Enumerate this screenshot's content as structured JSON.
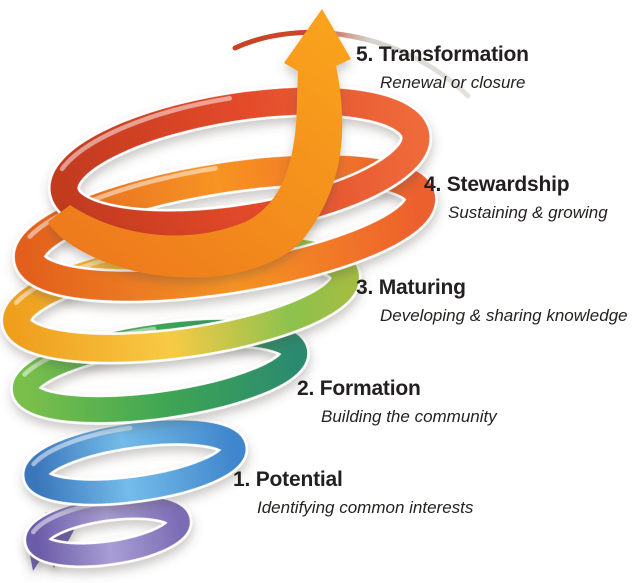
{
  "diagram": {
    "background": "#ffffff",
    "text_color": "#231f20",
    "stages": [
      {
        "number": "1",
        "title": "1. Potential",
        "subtitle": "Identifying common interests",
        "color": "#3f86cc"
      },
      {
        "number": "2",
        "title": "2. Formation",
        "subtitle": "Building the community",
        "color": "#3fa653"
      },
      {
        "number": "3",
        "title": "3. Maturing",
        "subtitle": "Developing & sharing knowledge",
        "color": "#f8ca45"
      },
      {
        "number": "4",
        "title": "4. Stewardship",
        "subtitle": "Sustaining & growing",
        "color": "#f79421"
      },
      {
        "number": "5",
        "title": "5. Transformation",
        "subtitle": "Renewal or closure",
        "color": "#e24a2a"
      }
    ],
    "spiral": {
      "bands": [
        {
          "name": "purple",
          "stops": [
            [
              0,
              "#6a5ba8"
            ],
            [
              0.5,
              "#a89ed4"
            ],
            [
              1,
              "#7b6cb5"
            ]
          ]
        },
        {
          "name": "blue",
          "stops": [
            [
              0,
              "#3a76bb"
            ],
            [
              0.45,
              "#74bce9"
            ],
            [
              1,
              "#3f86cc"
            ]
          ]
        },
        {
          "name": "green",
          "stops": [
            [
              0,
              "#7abf4c"
            ],
            [
              0.5,
              "#3fa653"
            ],
            [
              1,
              "#2b8a70"
            ]
          ]
        },
        {
          "name": "yellow",
          "stops": [
            [
              0,
              "#ef9f1e"
            ],
            [
              0.45,
              "#f8ca45"
            ],
            [
              0.82,
              "#8cc24e"
            ],
            [
              1,
              "#a3bd42"
            ]
          ]
        },
        {
          "name": "orange",
          "stops": [
            [
              0,
              "#e2611f"
            ],
            [
              0.5,
              "#f79421"
            ],
            [
              1,
              "#ec5f2e"
            ]
          ]
        },
        {
          "name": "red",
          "stops": [
            [
              0,
              "#c23a1f"
            ],
            [
              0.5,
              "#e2492a"
            ],
            [
              1,
              "#ee6a3a"
            ]
          ]
        }
      ],
      "tail_color": "#6e60ab",
      "arrow": {
        "from": "#ee7a1e",
        "to": "#f9a21f"
      }
    }
  }
}
